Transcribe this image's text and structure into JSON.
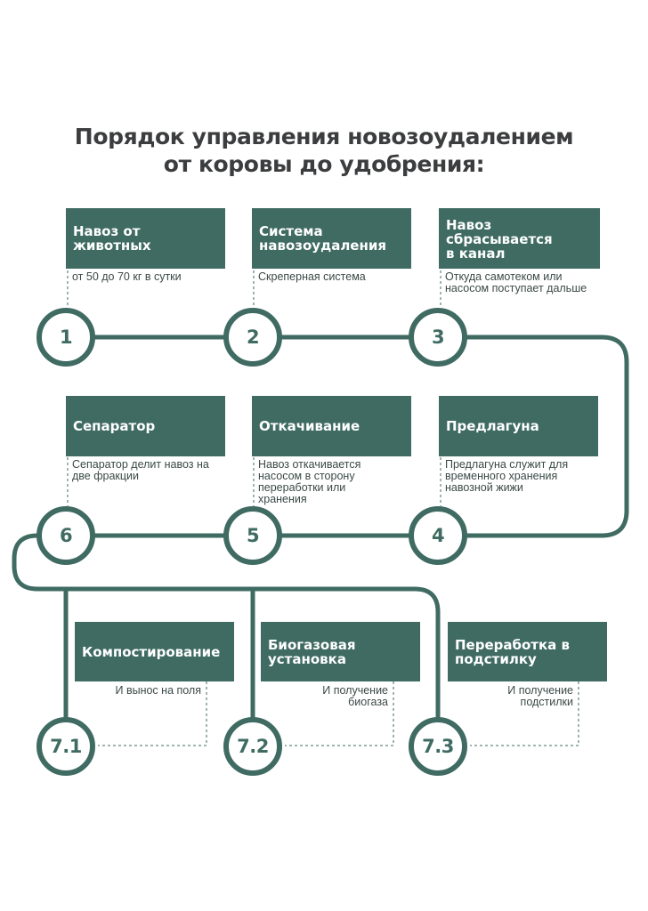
{
  "title": {
    "line1": "Порядок управления новозоудалением",
    "line2": "от коровы до удобрения:"
  },
  "colors": {
    "accent": "#3f6b63",
    "text": "#3b3d3e"
  },
  "steps": [
    {
      "num": "1",
      "title": "Навоз от животных",
      "desc": "от 50 до 70 кг в сутки"
    },
    {
      "num": "2",
      "title": "Система навозоудаления",
      "desc": "Скреперная система"
    },
    {
      "num": "3",
      "title": "Навоз сбрасывается в канал",
      "desc": "Откуда самотеком или насосом поступает дальше"
    },
    {
      "num": "4",
      "title": "Предлагуна",
      "desc": "Предлагуна служит для временного хранения навозной жижи"
    },
    {
      "num": "5",
      "title": "Откачивание",
      "desc": "Навоз откачивается насосом в сторону переработки или хранения"
    },
    {
      "num": "6",
      "title": "Сепаратор",
      "desc": "Сепаратор делит навоз на две фракции"
    }
  ],
  "branches": [
    {
      "num": "7.1",
      "title": "Компостирование",
      "desc": "И вынос на поля"
    },
    {
      "num": "7.2",
      "title": "Биогазовая установка",
      "desc": "И получение биогаза"
    },
    {
      "num": "7.3",
      "title": "Переработка в подстилку",
      "desc": "И получение подстилки"
    }
  ]
}
